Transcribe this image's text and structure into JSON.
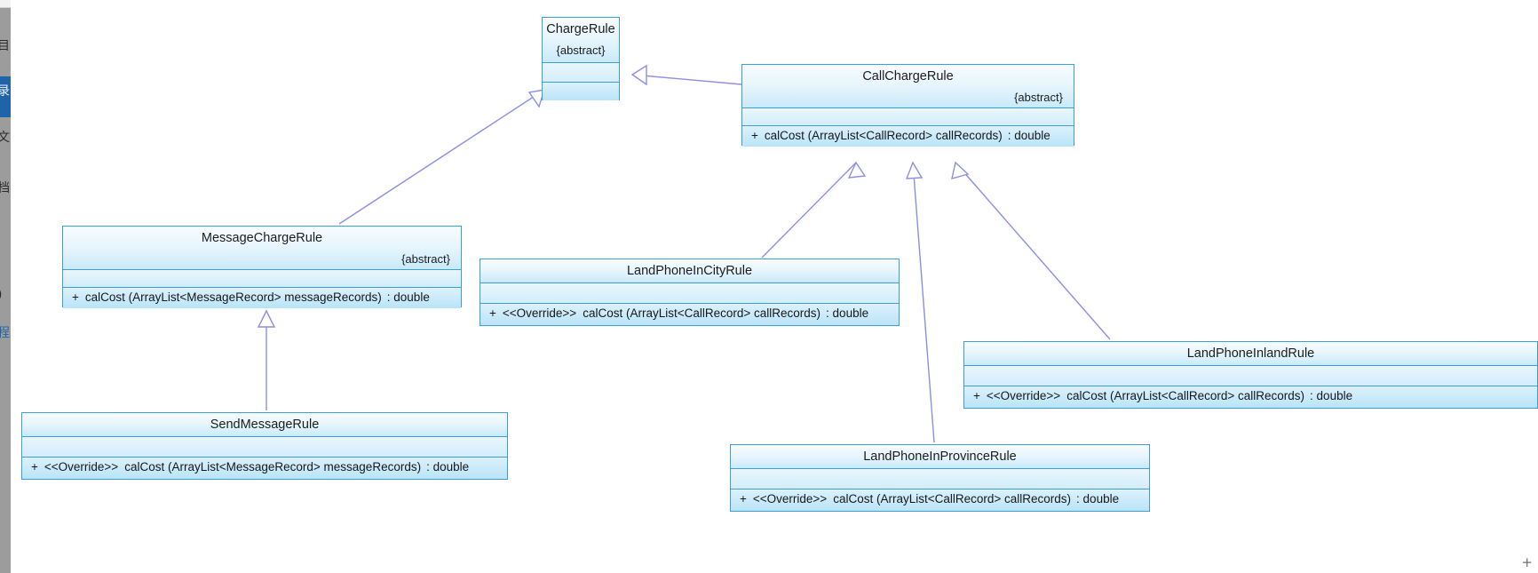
{
  "app": {
    "sidebar": {
      "glyphs": [
        "目",
        "录",
        "文",
        "档",
        "|",
        ")",
        "程"
      ],
      "selected_index": 1
    },
    "cursor_marker": "+"
  },
  "diagram": {
    "type": "uml-class-diagram",
    "colors": {
      "box_border": "#3a9fdc",
      "box_fill_top": "#f2fafe",
      "box_fill_bottom": "#bfe6f9",
      "connector": "#8e8ee6",
      "text": "#1c1c1c",
      "sidebar": "#9c9c9c",
      "sidebar_selected": "#1f64a8"
    },
    "classes": [
      {
        "id": "ChargeRule",
        "name": "ChargeRule",
        "abstract_label": "{abstract}",
        "is_abstract": true,
        "attributes": [],
        "operations": []
      },
      {
        "id": "CallChargeRule",
        "name": "CallChargeRule",
        "abstract_label": "{abstract}",
        "is_abstract": true,
        "attributes": [],
        "operations": [
          {
            "visibility": "+",
            "stereotype": "",
            "signature": "calCost (ArrayList<CallRecord> callRecords)",
            "return_type": ": double"
          }
        ]
      },
      {
        "id": "MessageChargeRule",
        "name": "MessageChargeRule",
        "abstract_label": "{abstract}",
        "is_abstract": true,
        "attributes": [],
        "operations": [
          {
            "visibility": "+",
            "stereotype": "",
            "signature": "calCost (ArrayList<MessageRecord> messageRecords)",
            "return_type": ": double"
          }
        ]
      },
      {
        "id": "LandPhoneInCityRule",
        "name": "LandPhoneInCityRule",
        "abstract_label": "",
        "is_abstract": false,
        "attributes": [],
        "operations": [
          {
            "visibility": "+",
            "stereotype": "<<Override>>",
            "signature": "calCost (ArrayList<CallRecord> callRecords)",
            "return_type": ": double"
          }
        ]
      },
      {
        "id": "LandPhoneInlandRule",
        "name": "LandPhoneInlandRule",
        "abstract_label": "",
        "is_abstract": false,
        "attributes": [],
        "operations": [
          {
            "visibility": "+",
            "stereotype": "<<Override>>",
            "signature": "calCost (ArrayList<CallRecord> callRecords)",
            "return_type": ": double"
          }
        ]
      },
      {
        "id": "LandPhoneInProvinceRule",
        "name": "LandPhoneInProvinceRule",
        "abstract_label": "",
        "is_abstract": false,
        "attributes": [],
        "operations": [
          {
            "visibility": "+",
            "stereotype": "<<Override>>",
            "signature": "calCost (ArrayList<CallRecord> callRecords)",
            "return_type": ": double"
          }
        ]
      },
      {
        "id": "SendMessageRule",
        "name": "SendMessageRule",
        "abstract_label": "",
        "is_abstract": false,
        "attributes": [],
        "operations": [
          {
            "visibility": "+",
            "stereotype": "<<Override>>",
            "signature": "calCost (ArrayList<MessageRecord> messageRecords)",
            "return_type": ": double"
          }
        ]
      }
    ],
    "relationships": [
      {
        "type": "generalization",
        "from": "CallChargeRule",
        "to": "ChargeRule"
      },
      {
        "type": "generalization",
        "from": "MessageChargeRule",
        "to": "ChargeRule"
      },
      {
        "type": "generalization",
        "from": "LandPhoneInCityRule",
        "to": "CallChargeRule"
      },
      {
        "type": "generalization",
        "from": "LandPhoneInProvinceRule",
        "to": "CallChargeRule"
      },
      {
        "type": "generalization",
        "from": "LandPhoneInlandRule",
        "to": "CallChargeRule"
      },
      {
        "type": "generalization",
        "from": "SendMessageRule",
        "to": "MessageChargeRule"
      }
    ]
  }
}
